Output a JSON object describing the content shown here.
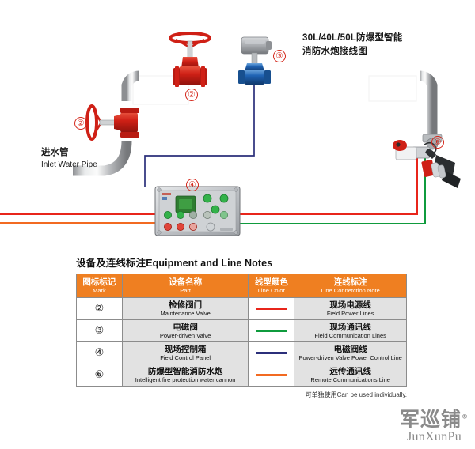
{
  "diagram": {
    "title_line1": "30L/40L/50L防爆型智能",
    "title_line2": "消防水炮接线图",
    "inlet_label_cn": "进水管",
    "inlet_label_en": "Inlet Water Pipe",
    "markers": [
      {
        "id": "marker-2-top",
        "symbol": "②"
      },
      {
        "id": "marker-3",
        "symbol": "③"
      },
      {
        "id": "marker-2-left",
        "symbol": "②"
      },
      {
        "id": "marker-4",
        "symbol": "④"
      },
      {
        "id": "marker-6",
        "symbol": "⑥"
      }
    ],
    "wire_colors": {
      "field_power": "#e8251b",
      "field_comm": "#0f9b3d",
      "valve_control": "#2b2f7a",
      "remote_comm": "#f26a21"
    },
    "pipe_color": "#a8aaad"
  },
  "notes": {
    "heading": "设备及连线标注Equipment and Line Notes",
    "columns": [
      {
        "cn": "图标标记",
        "en": "Mark"
      },
      {
        "cn": "设备名称",
        "en": "Part"
      },
      {
        "cn": "线型颜色",
        "en": "Line Color"
      },
      {
        "cn": "连线标注",
        "en": "Line Connetction Note"
      }
    ],
    "rows": [
      {
        "mark": "②",
        "part_cn": "检修阀门",
        "part_en": "Maintenance Valve",
        "color": "#e8251b",
        "note_cn": "现场电源线",
        "note_en": "Field Power Lines"
      },
      {
        "mark": "③",
        "part_cn": "电磁阀",
        "part_en": "Power-driven Valve",
        "color": "#0f9b3d",
        "note_cn": "现场通讯线",
        "note_en": "Field Communication Lines"
      },
      {
        "mark": "④",
        "part_cn": "现场控制箱",
        "part_en": "Field Control Panel",
        "color": "#2b2f7a",
        "note_cn": "电磁阀线",
        "note_en": "Power-driven Valve Power Control Line"
      },
      {
        "mark": "⑥",
        "part_cn": "防爆型智能消防水炮",
        "part_en": "Intelligent fire protection water cannon",
        "color": "#f26a21",
        "note_cn": "远传通讯线",
        "note_en": "Remote Communications Line"
      }
    ],
    "footnote": "可单独使用Can be used individually."
  },
  "logo": {
    "cn": "军巡铺",
    "registered": "®",
    "en": "JunXunPu"
  }
}
